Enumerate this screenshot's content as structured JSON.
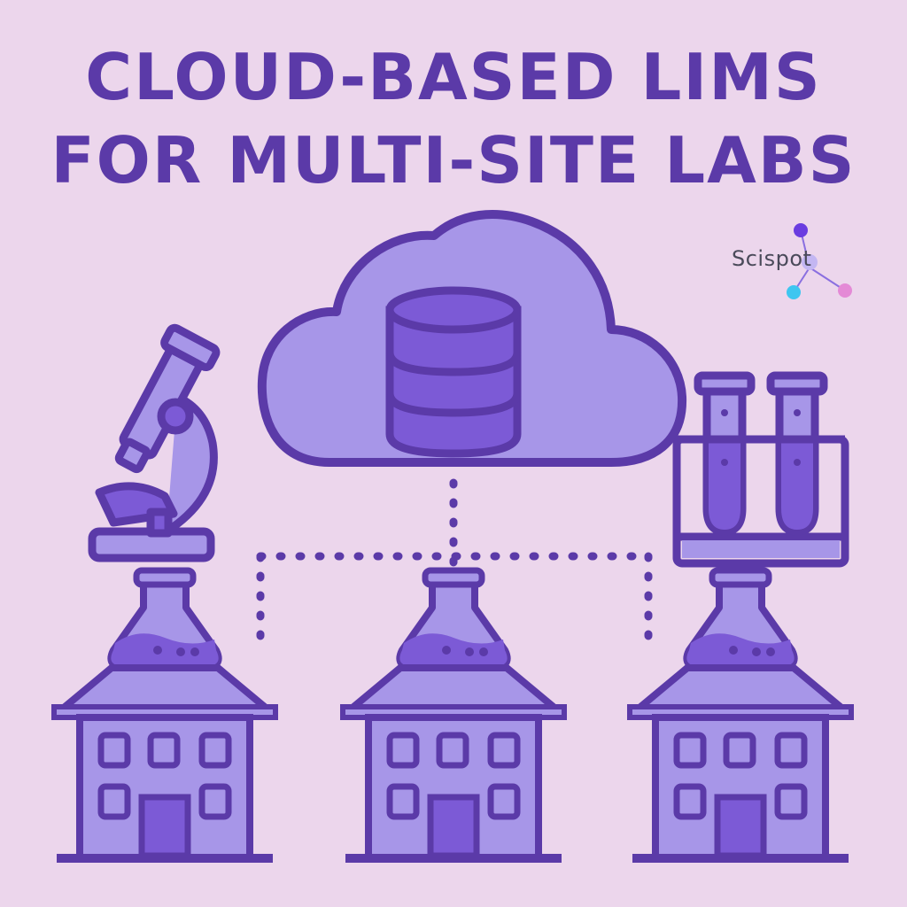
{
  "title": {
    "line1": "CLOUD-BASED LIMS",
    "line2": "FOR MULTI-SITE LABS"
  },
  "logo": {
    "text": "Scispot"
  },
  "colors": {
    "background": "#ecd6ec",
    "outline": "#5b3aa8",
    "fill_light": "#a796e8",
    "fill_mid": "#7c5ad6",
    "text": "#5b3aa8"
  },
  "icons": [
    "cloud-icon",
    "database-icon",
    "microscope-icon",
    "test-tube-rack-icon",
    "lab-building-icon",
    "flask-icon",
    "network-connector"
  ]
}
